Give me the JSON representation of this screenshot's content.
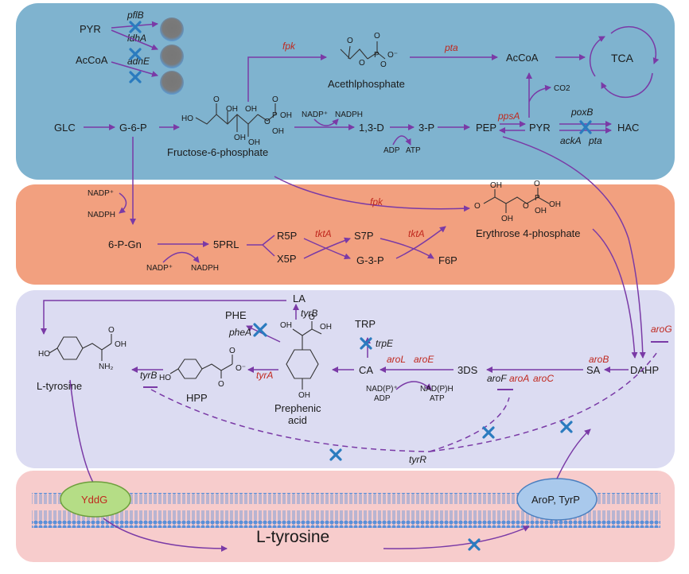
{
  "colors": {
    "band_blue": "#7fb3cf",
    "band_orange": "#f2a07f",
    "band_lavender": "#dcdcf2",
    "band_pink": "#f7cccc",
    "arrow": "#7a3aa6",
    "gene": "#c0281e",
    "block": "#2a7bbf"
  },
  "block1": {
    "genes_blocked": [
      "pflB",
      "ldhA",
      "adhE"
    ],
    "pyr": "PYR",
    "pyr2": "PYR",
    "accoa_left": "AcCoA",
    "fpk": "fpk",
    "pta_top": "pta",
    "accoa_right": "AcCoA",
    "tca": "TCA",
    "co2": "CO2",
    "acetyl": "Acethlphosphate",
    "glc": "GLC",
    "g6p": "G-6-P",
    "f6p": "Fructose-6-phosphate",
    "nadp": "NADP⁺",
    "nadph": "NADPH",
    "d13": "1,3-D",
    "p3": "3-P",
    "adp": "ADP",
    "atp": "ATP",
    "pep": "PEP",
    "ppsA": "ppsA",
    "pyr3": "PYR",
    "poxB": "poxB",
    "ackA": "ackA",
    "pta_bottom": "pta",
    "hac": "HAC"
  },
  "block2": {
    "nadp1": "NADP⁺",
    "nadph1": "NADPH",
    "p6gn": "6-P-Gn",
    "prl": "5PRL",
    "r5p": "R5P",
    "x5p": "X5P",
    "tktA1": "tktA",
    "tktA2": "tktA",
    "s7p": "S7P",
    "g3p": "G-3-P",
    "f6p": "F6P",
    "fpk": "fpk",
    "e4p": "Erythrose 4-phosphate",
    "nadp2": "NADP⁺",
    "nadph2": "NADPH"
  },
  "block3": {
    "la": "LA",
    "phe": "PHE",
    "pheA": "pheA",
    "tyrB_top": "tyrB",
    "trp": "TRP",
    "trpE": "trpE",
    "ltyr": "L-tyrosine",
    "tyrB_left": "tyrB",
    "hpp": "HPP",
    "tyrA": "tyrA",
    "preph": "Prephenic",
    "preph2": "acid",
    "ca": "CA",
    "aroL": "aroL",
    "aroE": "aroE",
    "ds3": "3DS",
    "nadp_adp": "NAD(P)⁺",
    "adp": "ADP",
    "nadph_atp": "NAD(P)H",
    "atp": "ATP",
    "aroF": "aroF",
    "aroA": "aroA",
    "aroC": "aroC",
    "sa": "SA",
    "aroB": "aroB",
    "dahp": "DAHP",
    "aroG": "aroG",
    "tyrR": "tyrR"
  },
  "block4": {
    "yddg": "YddG",
    "arop": "AroP, TyrP",
    "ltyr": "L-tyrosine"
  }
}
